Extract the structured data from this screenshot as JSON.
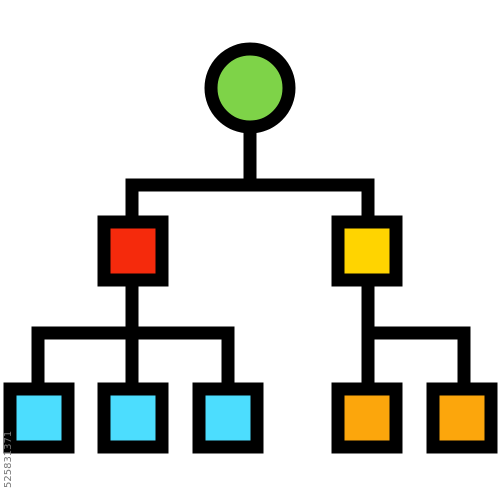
{
  "diagram": {
    "type": "hierarchy-icon",
    "stroke_color": "#000000",
    "root": {
      "name": "root-node-icon",
      "fill": "#7ED348"
    },
    "level2": [
      {
        "name": "level2-left-node-icon",
        "fill": "#F52A0C"
      },
      {
        "name": "level2-right-node-icon",
        "fill": "#FFD400"
      }
    ],
    "level3": [
      {
        "name": "level3-node-icon-1",
        "fill": "#4CDDFE"
      },
      {
        "name": "level3-node-icon-2",
        "fill": "#4CDDFE"
      },
      {
        "name": "level3-node-icon-3",
        "fill": "#4CDDFE"
      },
      {
        "name": "level3-node-icon-4",
        "fill": "#FCA60C"
      },
      {
        "name": "level3-node-icon-5",
        "fill": "#FCA60C"
      }
    ]
  },
  "watermark": {
    "stock_id": "525831371"
  }
}
